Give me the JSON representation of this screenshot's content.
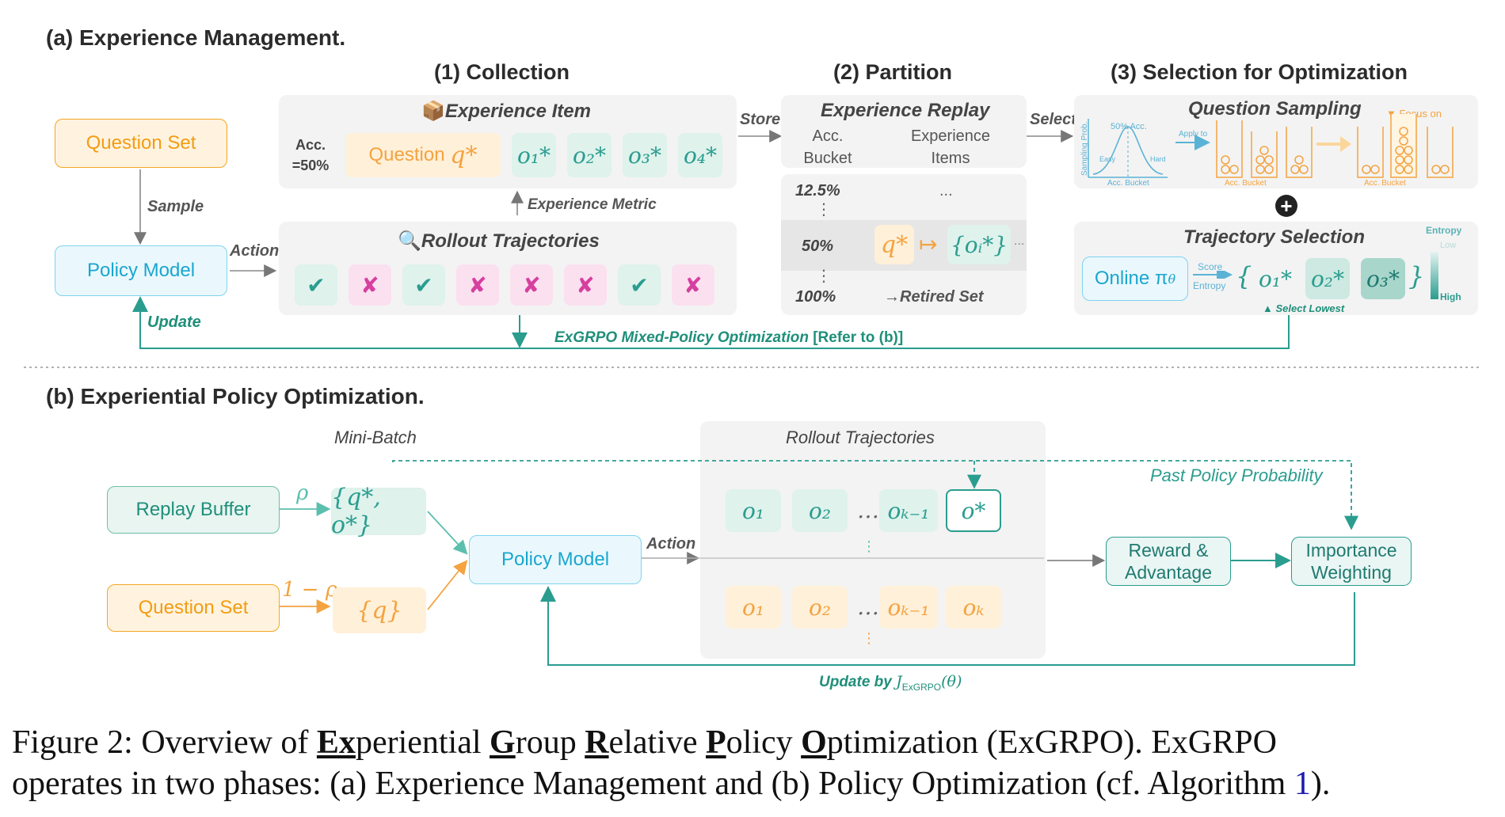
{
  "part_a": {
    "title": "(a) Experience Management.",
    "collection_title": "(1) Collection",
    "partition_title": "(2) Partition",
    "selection_title": "(3) Selection for Optimization",
    "question_set": "Question Set",
    "sample_label": "Sample",
    "policy_model": "Policy Model",
    "action_label": "Action",
    "update_label": "Update",
    "experience_item_title": "Experience Item",
    "acc_label_1": "Acc.",
    "acc_label_2": "=50%",
    "question_label": "Question",
    "q_star": "q*",
    "outputs": [
      "o₁*",
      "o₂*",
      "o₃*",
      "o₄*"
    ],
    "experience_metric": "Experience Metric",
    "rollout_title": "Rollout Trajectories",
    "rollout_marks": [
      "✔",
      "✘",
      "✔",
      "✘",
      "✘",
      "✘",
      "✔",
      "✘"
    ],
    "store_label": "Store",
    "select_label": "Select",
    "replay_title": "Experience Replay",
    "acc_bucket_1": "Acc.",
    "acc_bucket_2": "Bucket",
    "exp_items_1": "Experience",
    "exp_items_2": "Items",
    "bucket_rows": [
      "12.5%",
      "50%",
      "100%"
    ],
    "ellipsis": "...",
    "vdots": "⋮",
    "mapping_arrow": "↦",
    "oi_set": "{oᵢ*}",
    "retired_set": "→Retired Set",
    "question_sampling_title": "Question Sampling",
    "focus_on": "▼ Focus on",
    "qs_labels": {
      "sampling_prob": "Sampling Prob.",
      "acc_50": "50% Acc.",
      "apply_to": "Apply to",
      "easy": "Easy",
      "hard": "Hard",
      "acc_bucket": "Acc. Bucket"
    },
    "plus_symbol": "+",
    "trajectory_selection_title": "Trajectory Selection",
    "online_pi": "Online π",
    "theta": "θ",
    "score": "Score",
    "entropy_small": "Entropy",
    "traj_set": [
      "o₁*",
      "o₂*",
      "o₃*"
    ],
    "select_lowest": "▲ Select Lowest",
    "entropy_scale": {
      "title": "Entropy",
      "low": "Low",
      "high": "High"
    },
    "bottom_label": "ExGRPO Mixed-Policy Optimization",
    "bottom_ref": "[Refer to (b)]"
  },
  "part_b": {
    "title": "(b) Experiential Policy Optimization.",
    "mini_batch": "Mini-Batch",
    "replay_buffer": "Replay Buffer",
    "rho": "ρ",
    "one_minus_rho": "1 − ρ",
    "question_set": "Question Set",
    "q_o_star": "{q*, o*}",
    "q_set": "{q}",
    "policy_model": "Policy Model",
    "action_label": "Action",
    "rollout_title": "Rollout Trajectories",
    "row1": [
      "o₁",
      "o₂",
      "…",
      "oₖ₋₁",
      "o*"
    ],
    "row2": [
      "o₁",
      "o₂",
      "…",
      "oₖ₋₁",
      "oₖ"
    ],
    "past_policy": "Past Policy Probability",
    "reward": "Reward &",
    "advantage": "Advantage",
    "importance": "Importance",
    "weighting": "Weighting",
    "update_by": "Update by",
    "objective": "J",
    "objective_sub": "ExGRPO",
    "objective_arg": "(θ)"
  },
  "caption": {
    "line1_prefix": "Figure 2:  Overview of ",
    "w1_u": "Ex",
    "w1_r": "periential ",
    "w2_u": "G",
    "w2_r": "roup ",
    "w3_u": "R",
    "w3_r": "elative ",
    "w4_u": "P",
    "w4_r": "olicy ",
    "w5_u": "O",
    "w5_r": "ptimization (ExGRPO). ExGRPO",
    "line2": "operates in two phases: (a) Experience Management and (b) Policy Optimization (cf. Algorithm ",
    "alg_num": "1",
    "line2_end": ")."
  }
}
